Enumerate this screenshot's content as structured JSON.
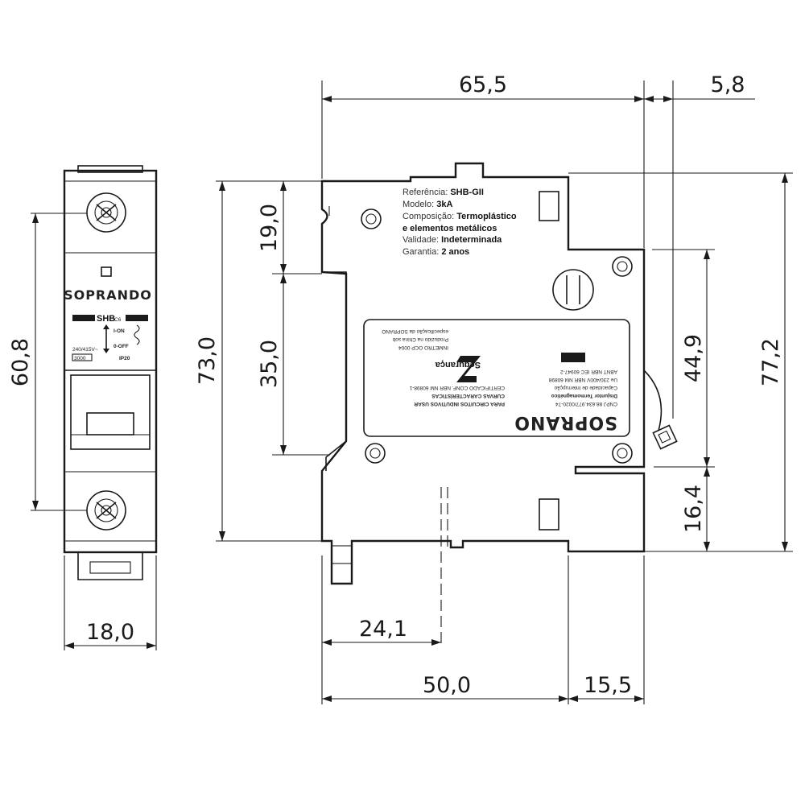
{
  "front_view": {
    "brand": "SOPRANDO",
    "model_label": "SHB",
    "model_suffix": "C6",
    "on_label": "I-ON",
    "off_label": "0-OFF",
    "voltage": "240/415V~",
    "rating": "3000",
    "ip": "IP20"
  },
  "dimensions": {
    "top_width": "65,5",
    "top_right": "5,8",
    "left_top": "19,0",
    "left_mid": "35,0",
    "left_total": "73,0",
    "right_upper": "44,9",
    "right_lower": "16,4",
    "right_total": "77,2",
    "bottom_inner": "24,1",
    "bottom_main": "50,0",
    "bottom_right": "15,5",
    "front_height": "60,8",
    "front_width": "18,0"
  },
  "side_label": {
    "lines": [
      {
        "label": "Referência: ",
        "value": "SHB-GII"
      },
      {
        "label": "Modelo: ",
        "value": "3kA"
      },
      {
        "label": "Composição: ",
        "value": "Termoplástico"
      },
      {
        "label": "",
        "value": "e elementos metálicos"
      },
      {
        "label": "Validade: ",
        "value": "Indeterminada"
      },
      {
        "label": "Garantia: ",
        "value": "2 anos"
      }
    ]
  },
  "rotated_label": {
    "brand": "SOPRANO",
    "cnpj": "CNPJ 88.634.977/0020-74",
    "title": "Disjuntor Termomagnético",
    "text_lines": [
      "Capacidade de Interrupção",
      "Ue 230/400V NBR NM 60898",
      "ABNT NBR IEC 60947-2",
      "PARA CIRCUITOS INDUTIVOS USAR",
      "CURVAS CARACTERÍSTICAS",
      "CERTIFICADO CONF. NBR NM 60898-1"
    ],
    "seguranca": "Segurança",
    "inmetro": "INMETRO OCP 0004",
    "produced": "Produzido na China sob",
    "produced2": "especificação da SOPRANO"
  }
}
